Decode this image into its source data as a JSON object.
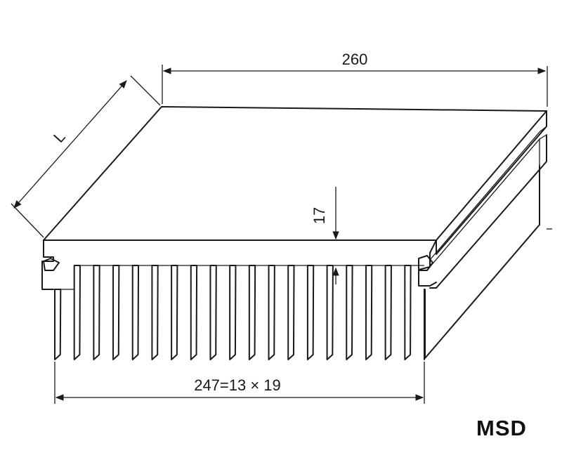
{
  "dimensions": {
    "width_label": "260",
    "length_label": "L",
    "fin_height_label": "17",
    "base_label": "247=13 × 19"
  },
  "model": "MSD",
  "fin_count": 19,
  "colors": {
    "line": "#1a1a1a",
    "background": "#ffffff"
  }
}
